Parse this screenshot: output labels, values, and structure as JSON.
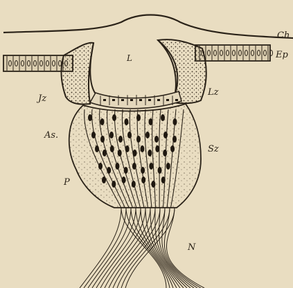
{
  "labels": {
    "ch": "Ch",
    "ep": "Ep",
    "l": "L",
    "jz": "Jz",
    "lz": "Lz",
    "as": "As.",
    "sz": "Sz",
    "p": "P",
    "n": "N"
  },
  "colors": {
    "paper": "#e9ddc1",
    "ink": "#2a2218"
  }
}
